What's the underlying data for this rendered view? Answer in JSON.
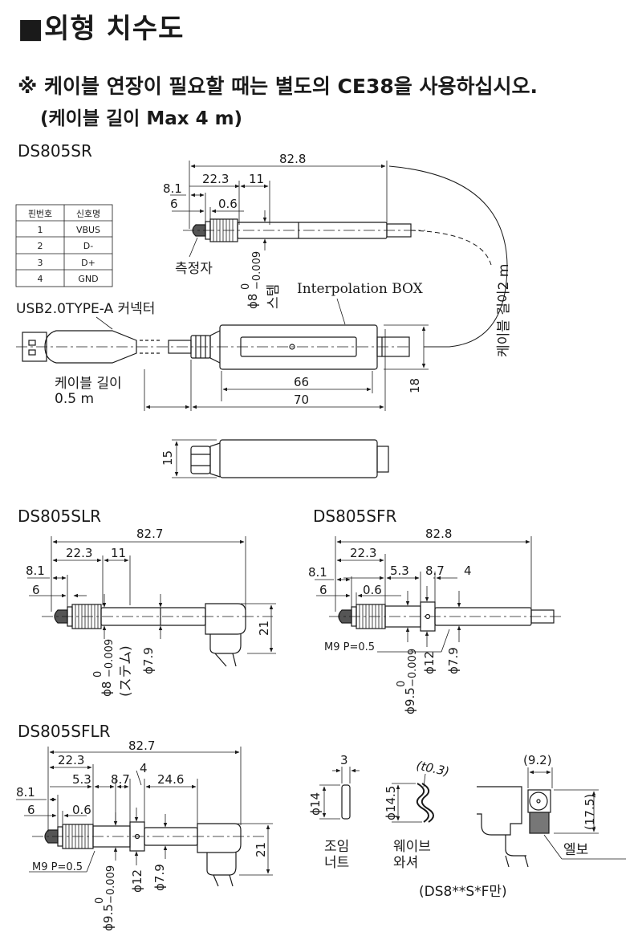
{
  "title": "■외형 치수도",
  "notes": {
    "line1": "※ 케이블 연장이 필요할 때는 별도의 CE38을 사용하십시오.",
    "line2": "(케이블 길이 Max 4 m)"
  },
  "sr": {
    "model": "DS805SR",
    "pin_table": {
      "headers": [
        "핀번호",
        "신호명"
      ],
      "rows": [
        [
          "1",
          "VBUS"
        ],
        [
          "2",
          "D-"
        ],
        [
          "3",
          "D+"
        ],
        [
          "4",
          "GND"
        ]
      ]
    },
    "dims": {
      "total": "82.8",
      "d22_3": "22.3",
      "d11": "11",
      "d8_1": "8.1",
      "d6": "6",
      "d0_6": "0.6",
      "d66": "66",
      "d70": "70",
      "d18": "18",
      "d15": "15"
    },
    "stem_dia": "ϕ8",
    "tol_upper": "0",
    "tol_lower": "−0.009",
    "stem_label": "스템",
    "contact_label": "측정자",
    "interp_box": "Interpolation BOX",
    "connector": "USB2.0TYPE-A 커넥터",
    "cable_short": "케이블 길이",
    "cable_short_val": "0.5 m",
    "cable_long": "케이블 길이2 m"
  },
  "slr": {
    "model": "DS805SLR",
    "dims": {
      "total": "82.7",
      "d22_3": "22.3",
      "d11": "11",
      "d8_1": "8.1",
      "d6": "6",
      "d21": "21"
    },
    "stem_dia": "ϕ8",
    "tol_upper": "0",
    "tol_lower": "−0.009",
    "stem_label": "(ステム)",
    "dia2": "ϕ7.9"
  },
  "sfr": {
    "model": "DS805SFR",
    "dims": {
      "total": "82.8",
      "d22_3": "22.3",
      "d5_3": "5.3",
      "d8_7": "8.7",
      "d4": "4",
      "d8_1": "8.1",
      "d6": "6",
      "d0_6": "0.6"
    },
    "thread": "M9 P=0.5",
    "dia1": "ϕ9.5",
    "tol_upper": "0",
    "tol_lower": "−0.009",
    "dia2": "ϕ12",
    "dia3": "ϕ7.9"
  },
  "sflr": {
    "model": "DS805SFLR",
    "dims": {
      "total": "82.7",
      "d22_3": "22.3",
      "d5_3": "5.3",
      "d8_7": "8.7",
      "d4": "4",
      "d24_6": "24.6",
      "d8_1": "8.1",
      "d6": "6",
      "d0_6": "0.6",
      "d21": "21"
    },
    "thread": "M9 P=0.5",
    "dia1": "ϕ9.5",
    "tol_upper": "0",
    "tol_lower": "−0.009",
    "dia2": "ϕ12",
    "dia3": "ϕ7.9"
  },
  "parts": {
    "nut_w": "3",
    "nut_dia": "ϕ14",
    "nut_label1": "조임",
    "nut_label2": "너트",
    "washer_dia": "ϕ14.5",
    "washer_t": "(t0.3)",
    "washer_label1": "웨이브",
    "washer_label2": "와셔",
    "elbow_w": "(9.2)",
    "elbow_h": "(17.5)",
    "elbow_label": "엘보",
    "footnote": "(DS8**S*F만)"
  }
}
